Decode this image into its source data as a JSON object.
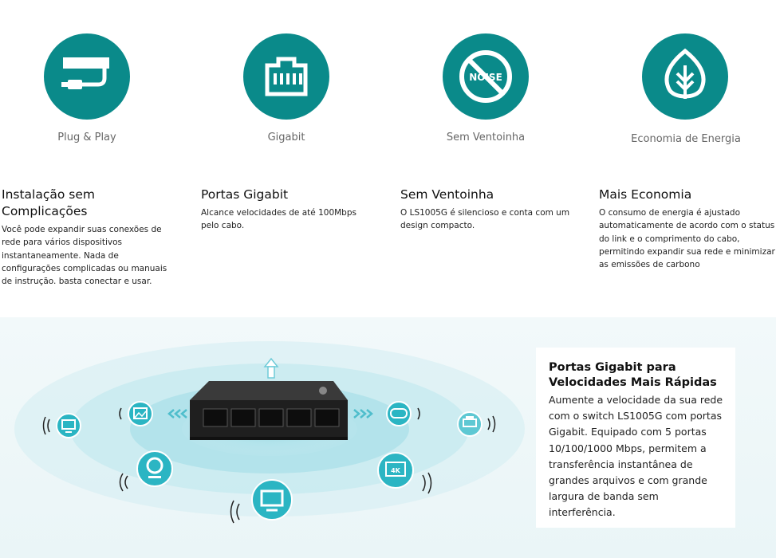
{
  "features": [
    {
      "icon": "plug-icon",
      "caption": "Plug & Play",
      "title": "Instalação sem Complicações",
      "description": "Você pode expandir suas conexões de rede para vários dispositivos instantaneamente. Nada de configurações complicadas ou manuais de instrução. basta conectar e usar."
    },
    {
      "icon": "ethernet-port-icon",
      "caption": "Gigabit",
      "title": "Portas Gigabit",
      "description": "Alcance velocidades de até 100Mbps pelo cabo."
    },
    {
      "icon": "no-noise-icon",
      "icon_text": "NOISE",
      "caption": "Sem Ventoinha",
      "title": "Sem Ventoinha",
      "description": "O LS1005G é silencioso e conta com um design compacto."
    },
    {
      "icon": "leaf-icon",
      "caption": "Economia de Energia",
      "title": "Mais Economia",
      "description": "O consumo de energia é ajustado automaticamente de acordo com o status do link e o comprimento do cabo, permitindo expandir sua rede e minimizar as emissões de carbono"
    }
  ],
  "banner": {
    "card_title": "Portas Gigabit para Velocidades Mais Rápidas",
    "card_body": "Aumente a velocidade da sua rede com o switch LS1005G com portas Gigabit. Equipado com 5 portas 10/100/1000 Mbps, permitem a transferência instantânea de grandes arquivos e com grande largura de banda sem interferência.",
    "device_icons": [
      "monitor-icon",
      "image-icon",
      "webcam-icon",
      "monitor-icon",
      "tv-4k-icon",
      "gamepad-icon",
      "printer-icon"
    ],
    "tv_label": "4K",
    "switch_ports": 5
  },
  "colors": {
    "icon_teal": "#0a8a8a",
    "device_teal": "#2bb5c3",
    "banner_bg": "#eef7f8"
  }
}
